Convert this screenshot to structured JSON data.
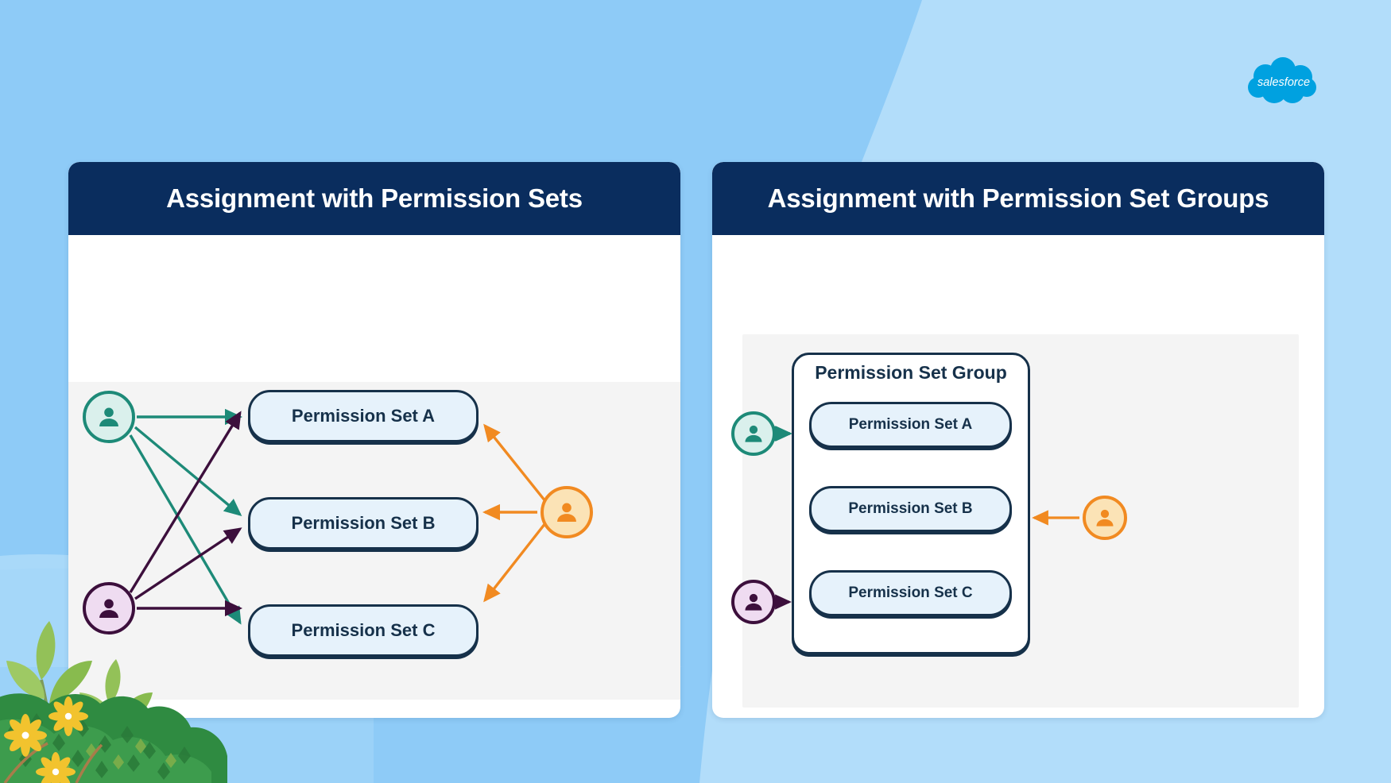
{
  "background": {
    "base_color": "#8ecbf7",
    "accent_shape_color": "#b2ddfa"
  },
  "brand": {
    "logo_name": "salesforce-cloud-logo",
    "logo_text": "salesforce",
    "logo_color": "#00a1e0"
  },
  "panels": [
    {
      "id": "permission-sets",
      "title": "Assignment with Permission Sets",
      "header_color": "#0a2d5e",
      "permission_sets": [
        {
          "label": "Permission Set A"
        },
        {
          "label": "Permission Set B"
        },
        {
          "label": "Permission Set C"
        }
      ],
      "users": [
        {
          "id": "user-green",
          "role": "user-green-left",
          "color": "#1d8a78",
          "fill": "#daf0ec",
          "assigns_to": [
            "Permission Set A",
            "Permission Set B",
            "Permission Set C"
          ]
        },
        {
          "id": "user-purple",
          "role": "user-purple-left",
          "color": "#3c0f3c",
          "fill": "#efdcf1",
          "assigns_to": [
            "Permission Set A",
            "Permission Set B",
            "Permission Set C"
          ]
        },
        {
          "id": "user-orange",
          "role": "user-orange-right",
          "color": "#f18a21",
          "fill": "#fbe3b6",
          "assigns_to": [
            "Permission Set A",
            "Permission Set B",
            "Permission Set C"
          ]
        }
      ]
    },
    {
      "id": "permission-set-groups",
      "title": "Assignment with Permission Set Groups",
      "header_color": "#0a2d5e",
      "group_label": "Permission Set Group",
      "permission_sets": [
        {
          "label": "Permission Set A"
        },
        {
          "label": "Permission Set B"
        },
        {
          "label": "Permission Set C"
        }
      ],
      "users": [
        {
          "id": "user-green",
          "role": "user-green-left",
          "color": "#1d8a78",
          "fill": "#daf0ec",
          "assigns_to": [
            "Permission Set Group"
          ]
        },
        {
          "id": "user-purple",
          "role": "user-purple-left",
          "color": "#3c0f3c",
          "fill": "#efdcf1",
          "assigns_to": [
            "Permission Set Group"
          ]
        },
        {
          "id": "user-orange",
          "role": "user-orange-right",
          "color": "#f18a21",
          "fill": "#fbe3b6",
          "assigns_to": [
            "Permission Set Group"
          ]
        }
      ]
    }
  ],
  "decoration": {
    "plant_name": "plant-illustration",
    "leaf_color": "#8cc152",
    "bush_color": "#2e8b3f",
    "flower_color": "#f5c430"
  },
  "colors": {
    "pill_fill": "#e6f2fb",
    "pill_border": "#16314a",
    "canvas": "#f4f4f4",
    "card": "#ffffff"
  }
}
